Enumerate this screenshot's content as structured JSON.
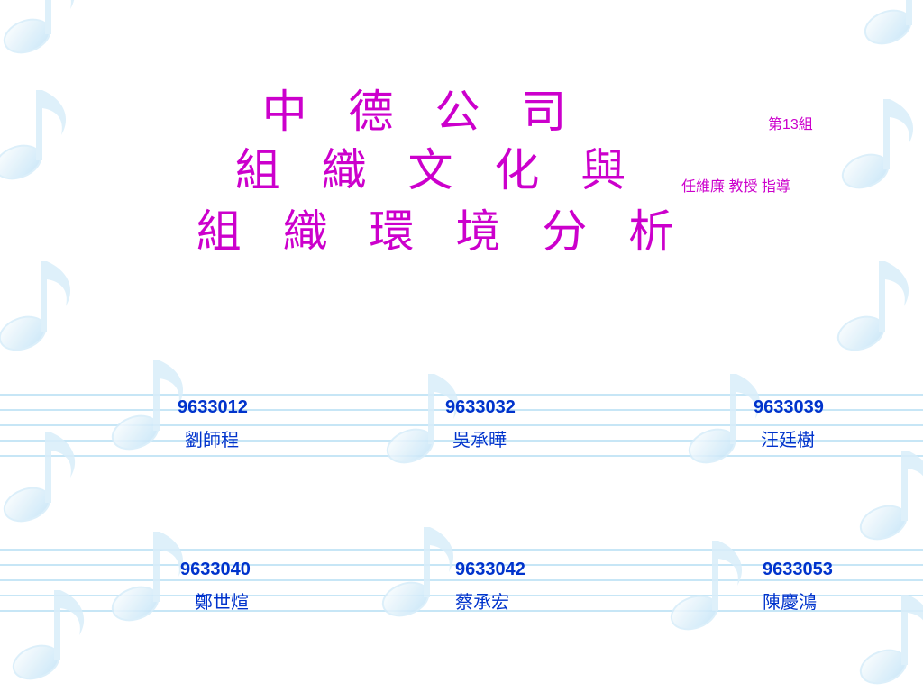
{
  "slide": {
    "title_lines": [
      "中 德 公 司",
      "組 織 文 化 與",
      "組 織 環 境 分 析"
    ],
    "group_label": "第13組",
    "advisor": "任維廉 教授 指導"
  },
  "members": [
    {
      "id": "9633012",
      "name": "劉師程"
    },
    {
      "id": "9633032",
      "name": "吳承曄"
    },
    {
      "id": "9633039",
      "name": "汪廷樹"
    },
    {
      "id": "9633040",
      "name": "鄭世煊"
    },
    {
      "id": "9633042",
      "name": "蔡承宏"
    },
    {
      "id": "9633053",
      "name": "陳慶鴻"
    }
  ],
  "colors": {
    "title": "#cc00cc",
    "members": "#0033cc",
    "staff_lines": "#bfe3f5",
    "notes": "#cfeaf8"
  },
  "background": {
    "decoration": "music-notes-and-staff-lines"
  }
}
